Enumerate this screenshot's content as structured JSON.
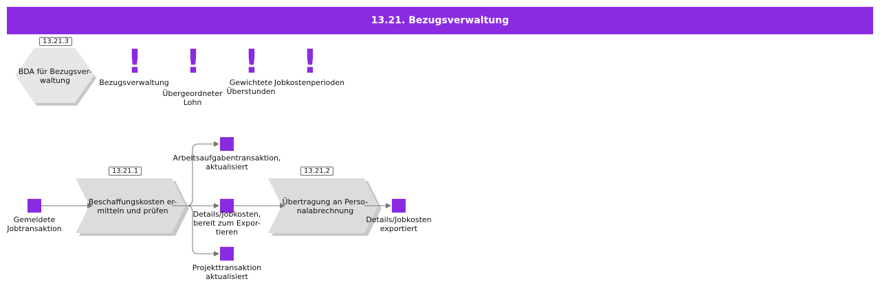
{
  "title": "13.21. Bezugsverwaltung",
  "subprocess": {
    "id": "13.21.3",
    "label": "BDA für Bezugsver-\nwaltung"
  },
  "entities": [
    {
      "label": "Bezugsverwaltung"
    },
    {
      "label": "Übergeordneter\nLohn"
    },
    {
      "label": "Gewichtete\nÜberstunden"
    },
    {
      "label": "Jobkostenperioden"
    }
  ],
  "functions": [
    {
      "id": "13.21.1",
      "label": "Beschaffungskosten er-\nmitteln und prüfen"
    },
    {
      "id": "13.21.2",
      "label": "Übertragung an Perso-\nnalabrechnung"
    }
  ],
  "events": {
    "start": "Gemeldete\nJobtransaktion",
    "arbeit": "Arbeitsaufgabentransaktion,\naktualisiert",
    "details": "Details/Jobkosten,\nbereit zum Expor-\ntieren",
    "projekt": "Projekttransaktion\naktualisiert",
    "end": "Details/Jobkosten\nexportiert"
  },
  "colors": {
    "accent": "#8a2be2",
    "shape_fill": "#e6e6e6",
    "shadow": "#c8c8c8"
  }
}
